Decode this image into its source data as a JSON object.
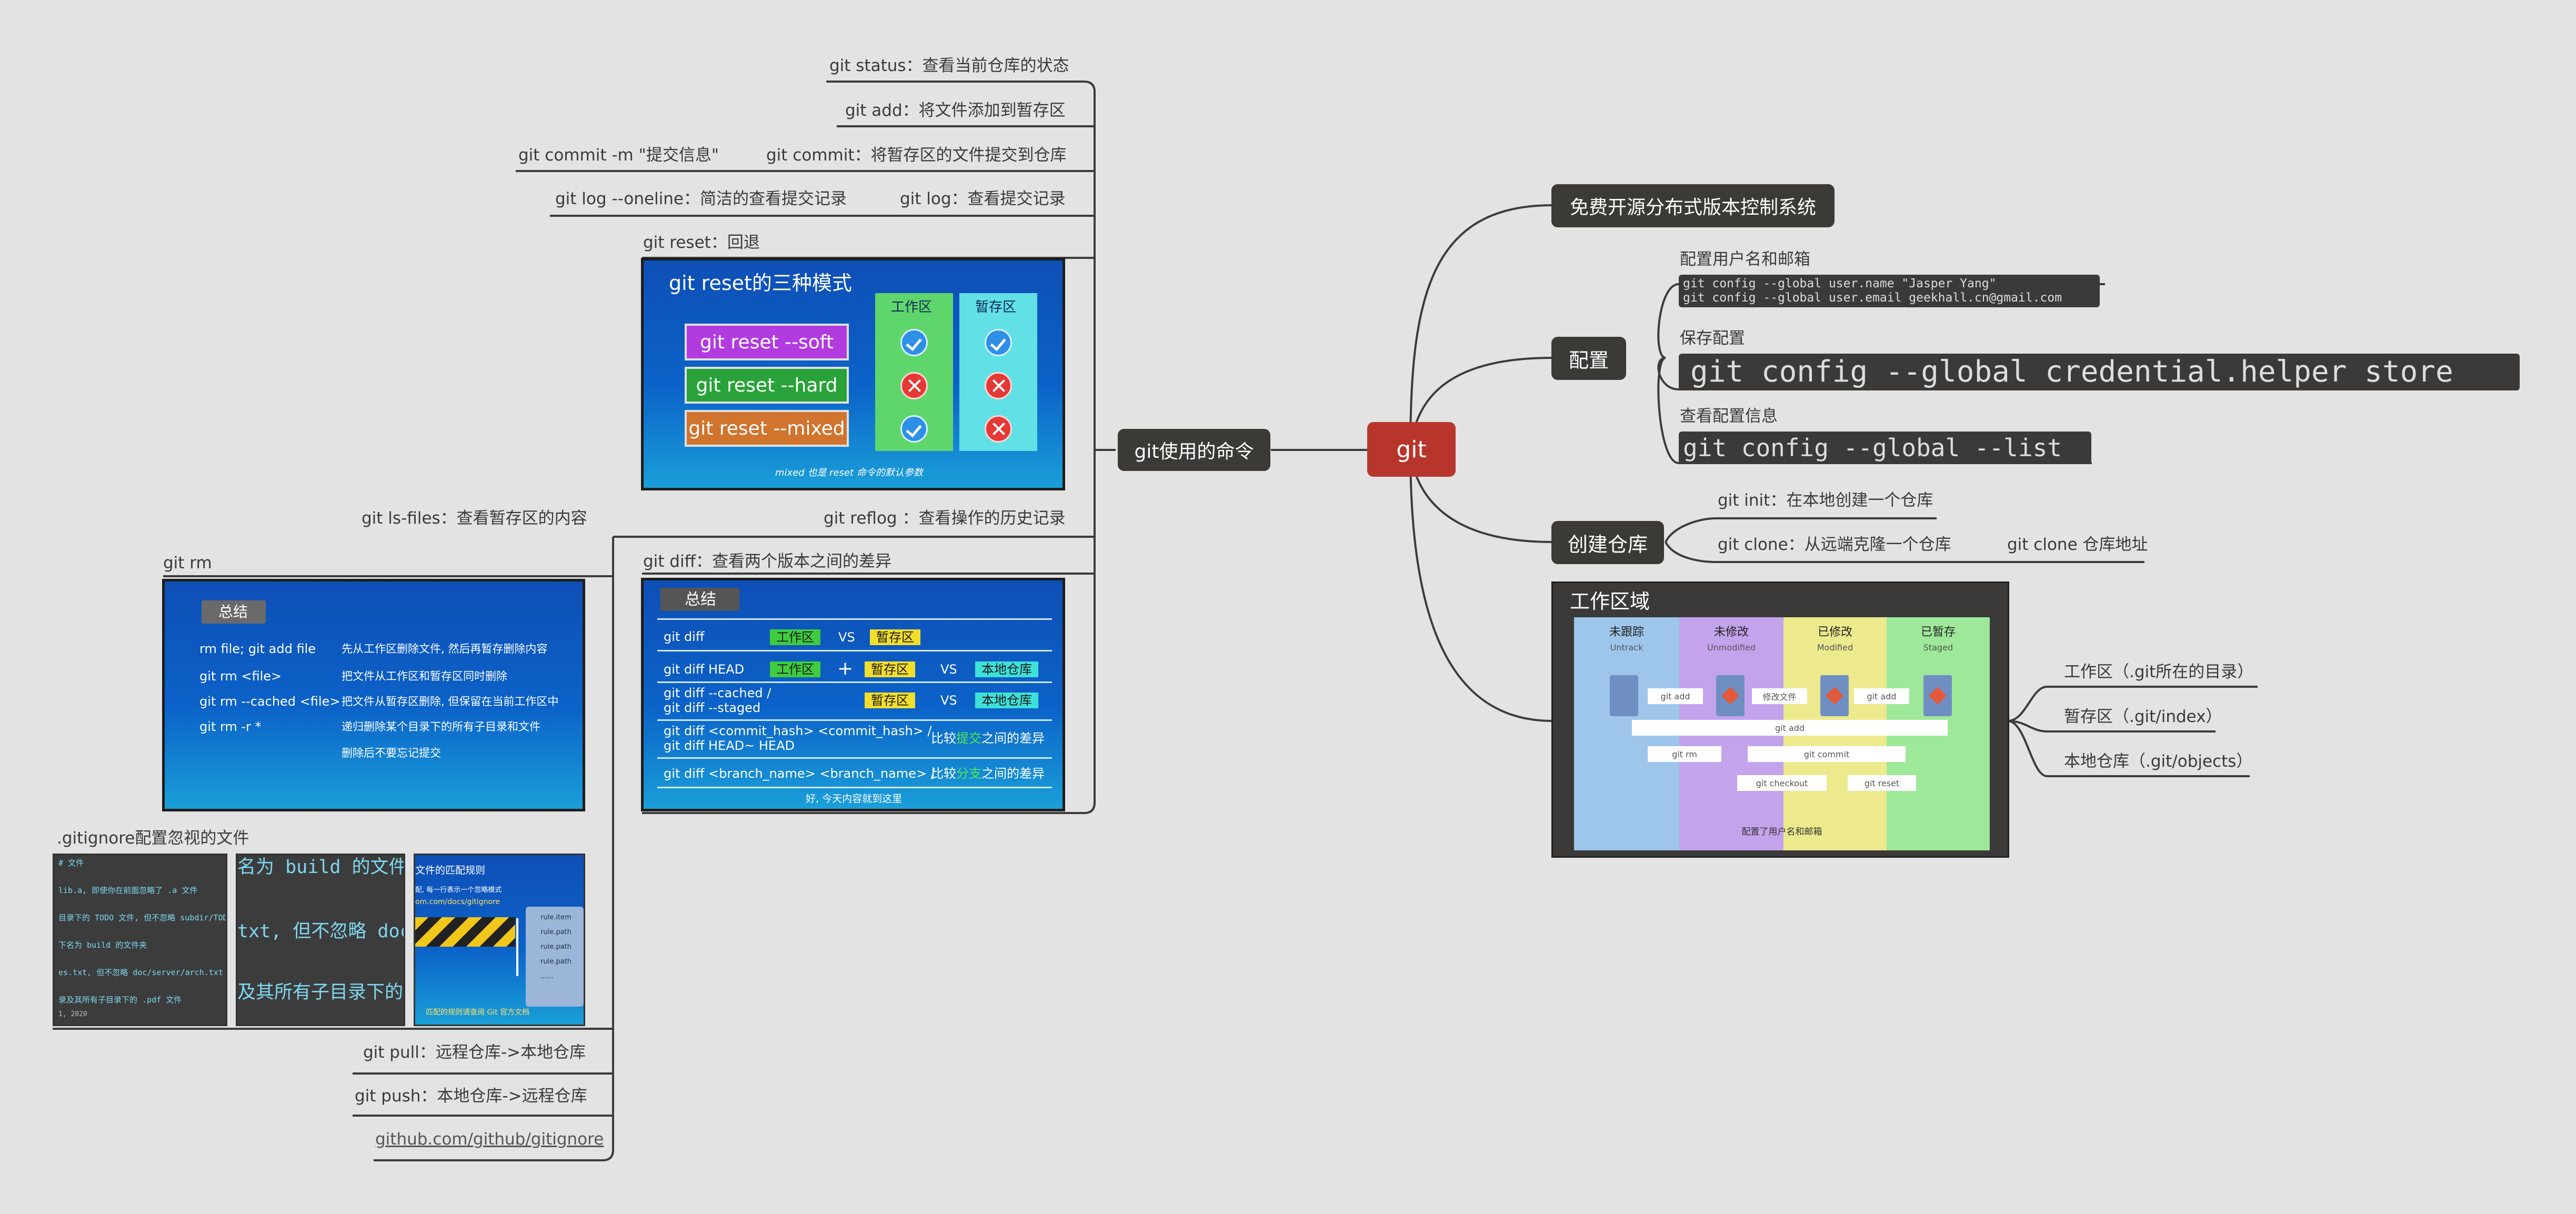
{
  "root": "git",
  "right": {
    "desc": "免费开源分布式版本控制系统",
    "config": {
      "title": "配置",
      "set_user_label": "配置用户名和邮箱",
      "set_user_cmd_1": "git config --global user.name \"Jasper Yang\"",
      "set_user_cmd_2": "git config --global user.email geekhall.cn@gmail.com",
      "save_label": "保存配置",
      "save_cmd": "git config --global credential.helper store",
      "view_label": "查看配置信息",
      "view_cmd": "git config --global --list"
    },
    "repo": {
      "title": "创建仓库",
      "init": "git init：在本地创建一个仓库",
      "clone": "git clone：从远端克隆一个仓库",
      "clone_detail": "git clone 仓库地址"
    },
    "area": {
      "title": "工作区域",
      "zones": [
        {
          "cn": "未跟踪",
          "en": "Untrack"
        },
        {
          "cn": "未修改",
          "en": "Unmodified"
        },
        {
          "cn": "已修改",
          "en": "Modified"
        },
        {
          "cn": "已暂存",
          "en": "Staged"
        }
      ],
      "arrows": {
        "add1": "git add",
        "modify": "修改文件",
        "add2": "git add",
        "add3": "git add",
        "rm": "git rm",
        "commit": "git commit",
        "checkout": "git checkout",
        "reset": "git reset"
      },
      "caption": "配置了用户名和邮箱",
      "items": [
        "工作区（.git所在的目录）",
        "暂存区（.git/index）",
        "本地仓库（.git/objects）"
      ]
    }
  },
  "commands": {
    "title": "git使用的命令",
    "status": "git status：查看当前仓库的状态",
    "add": "git add：将文件添加到暂存区",
    "commit": "git commit：将暂存区的文件提交到仓库",
    "commit_m": "git commit -m \"提交信息\"",
    "log": "git log：查看提交记录",
    "log_oneline": "git log --oneline：简洁的查看提交记录",
    "reset": "git reset：回退",
    "reflog": "git reflog ：查看操作的历史记录",
    "diff": "git diff：查看两个版本之间的差异",
    "ls_files": "git ls-files：查看暂存区的内容",
    "rm": "git rm",
    "gitignore": ".gitignore配置忽视的文件",
    "pull": "git pull：远程仓库->本地仓库",
    "push": "git push：本地仓库->远程仓库",
    "github": "github.com/github/gitignore"
  },
  "reset_panel": {
    "title": "git reset的三种模式",
    "col1": "工作区",
    "col2": "暂存区",
    "soft": "git reset --soft",
    "hard": "git reset --hard",
    "mixed": "git reset --mixed",
    "caption": "mixed 也是 reset 命令的默认参数"
  },
  "diff_panel": {
    "title": "总结",
    "rows": [
      {
        "cmd": "git diff",
        "a": "工作区",
        "vs": "VS",
        "b": "暂存区"
      },
      {
        "cmd": "git diff HEAD",
        "a": "工作区",
        "plus": "+",
        "b": "暂存区",
        "vs": "VS",
        "c": "本地仓库"
      },
      {
        "cmd": "git diff --cached /",
        "cmd2": "git diff --staged",
        "b": "暂存区",
        "vs": "VS",
        "c": "本地仓库"
      },
      {
        "cmd": "git diff <commit_hash> <commit_hash> /",
        "cmd2": "git diff HEAD~ HEAD",
        "cmp": "比较",
        "hl": "提交",
        "tail": "之间的差异"
      },
      {
        "cmd": "git diff <branch_name> <branch_name> /",
        "cmp": "比较",
        "hl": "分支",
        "tail": "之间的差异"
      }
    ],
    "caption": "好, 今天内容就到这里"
  },
  "rm_panel": {
    "title": "总结",
    "rows": [
      {
        "cmd": "rm file; git add file",
        "desc": "先从工作区删除文件, 然后再暂存删除内容"
      },
      {
        "cmd": "git rm <file>",
        "desc": "把文件从工作区和暂存区同时删除"
      },
      {
        "cmd": "git rm --cached <file>",
        "desc": "把文件从暂存区删除, 但保留在当前工作区中"
      },
      {
        "cmd": "git rm -r *",
        "desc": "递归删除某个目录下的所有子目录和文件"
      },
      {
        "cmd": "",
        "desc": "删除后不要忘记提交"
      }
    ]
  },
  "ignore_panel": {
    "t1": [
      "# 文件",
      "lib.a, 即使你在前面忽略了 .a 文件",
      "目录下的 TODO 文件, 但不忽略 subdir/TODO",
      "下名为 build 的文件夹",
      "es.txt, 但不忽略 doc/server/arch.txt",
      "录及其所有子目录下的 .pdf 文件",
      "1, 2020"
    ],
    "t2": [
      "名为 build 的文件夹",
      "txt, 但不忽略 doc",
      "及其所有子目录下的"
    ],
    "t3_title": "文件的匹配规则",
    "t3_sub": "配, 每一行表示一个忽略模式",
    "t3_link": "om.com/docs/gitignore",
    "t3_rules": [
      "rule.item",
      "rule.path",
      "rule.path",
      "rule.path",
      "......"
    ],
    "t3_caption": "匹配的规则请查阅 Git 官方文档"
  }
}
